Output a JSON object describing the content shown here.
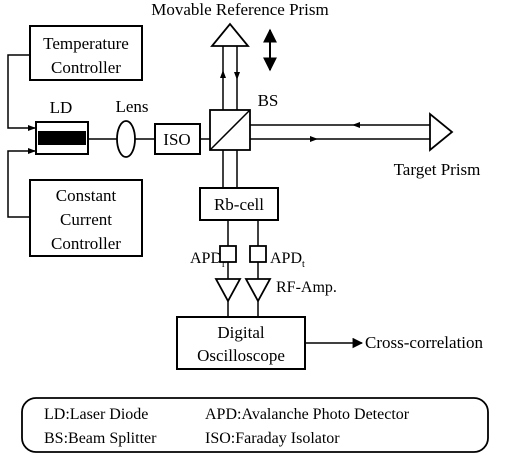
{
  "diagram": {
    "labels": {
      "movable_prism": "Movable Reference Prism",
      "temp_controller_line1": "Temperature",
      "temp_controller_line2": "Controller",
      "ld": "LD",
      "lens": "Lens",
      "iso": "ISO",
      "bs": "BS",
      "target_prism": "Target Prism",
      "ccc_line1": "Constant",
      "ccc_line2": "Current",
      "ccc_line3": "Controller",
      "rb_cell": "Rb-cell",
      "apd_r_main": "APD",
      "apd_r_sub": "r",
      "apd_t_main": "APD",
      "apd_t_sub": "t",
      "rf_amp": "RF-Amp.",
      "osc_line1": "Digital",
      "osc_line2": "Oscilloscope",
      "cross_corr": "Cross-correlation"
    },
    "legend": {
      "ld": "LD:Laser Diode",
      "apd": "APD:Avalanche Photo Detector",
      "bs": "BS:Beam Splitter",
      "iso": "ISO:Faraday Isolator"
    }
  }
}
